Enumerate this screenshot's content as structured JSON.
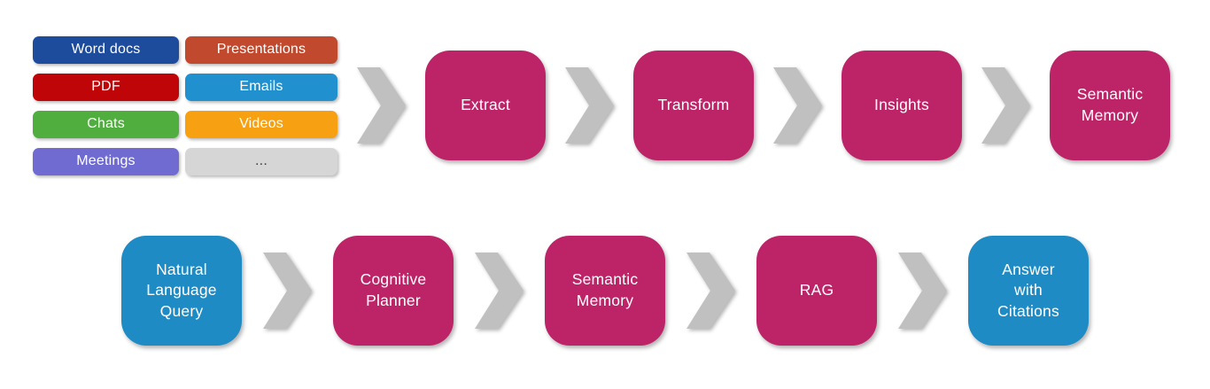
{
  "diagram": {
    "description": "Two-row pipeline flow diagram",
    "colors": {
      "canvas_background": "#FFFFFF",
      "step_magenta": "#BD2367",
      "step_blue": "#1E8BC4",
      "chevron_gray": "#C0C0C0"
    },
    "sources": {
      "items": [
        {
          "label": "Word docs",
          "color": "#1E4C9C",
          "text_color": "#FFFFFF"
        },
        {
          "label": "Presentations",
          "color": "#C14A2E",
          "text_color": "#FFFFFF"
        },
        {
          "label": "PDF",
          "color": "#C00508",
          "text_color": "#FFFFFF"
        },
        {
          "label": "Emails",
          "color": "#2090CE",
          "text_color": "#FFFFFF"
        },
        {
          "label": "Chats",
          "color": "#4FAE3E",
          "text_color": "#FFFFFF"
        },
        {
          "label": "Videos",
          "color": "#F7A011",
          "text_color": "#FFFFFF"
        },
        {
          "label": "Meetings",
          "color": "#6F6BD1",
          "text_color": "#FFFFFF"
        },
        {
          "label": "...",
          "color": "#D6D6D6",
          "text_color": "#3F3F3F"
        }
      ]
    },
    "ingestion_pipeline": {
      "steps": [
        {
          "label": "Extract",
          "color": "#BD2367",
          "text_color": "#FFFFFF"
        },
        {
          "label": "Transform",
          "color": "#BD2367",
          "text_color": "#FFFFFF"
        },
        {
          "label": "Insights",
          "color": "#BD2367",
          "text_color": "#FFFFFF"
        },
        {
          "label": "Semantic\nMemory",
          "color": "#BD2367",
          "text_color": "#FFFFFF"
        }
      ]
    },
    "query_pipeline": {
      "steps": [
        {
          "label": "Natural\nLanguage\nQuery",
          "color": "#1E8BC4",
          "text_color": "#FFFFFF"
        },
        {
          "label": "Cognitive\nPlanner",
          "color": "#BD2367",
          "text_color": "#FFFFFF"
        },
        {
          "label": "Semantic\nMemory",
          "color": "#BD2367",
          "text_color": "#FFFFFF"
        },
        {
          "label": "RAG",
          "color": "#BD2367",
          "text_color": "#FFFFFF"
        },
        {
          "label": "Answer\nwith\nCitations",
          "color": "#1E8BC4",
          "text_color": "#FFFFFF"
        }
      ]
    }
  }
}
